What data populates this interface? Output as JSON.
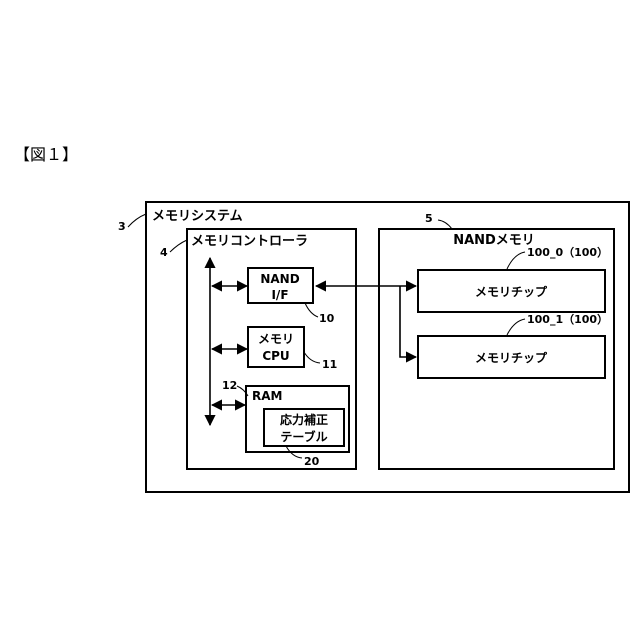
{
  "figure_label": "【図１】",
  "system": {
    "ref": "3",
    "title": "メモリシステム"
  },
  "controller": {
    "ref": "4",
    "title": "メモリコントローラ"
  },
  "nand_if": {
    "line1": "NAND",
    "line2": "I/F",
    "ref": "10"
  },
  "cpu": {
    "line1": "メモリ",
    "line2": "CPU",
    "ref": "11"
  },
  "ram": {
    "title": "RAM",
    "ref": "12"
  },
  "table": {
    "line1": "応力補正",
    "line2": "テーブル",
    "ref": "20"
  },
  "nand_memory": {
    "ref": "5",
    "title": "NANDメモリ"
  },
  "chips": [
    {
      "ref": "100_0（100）",
      "label": "メモリチップ"
    },
    {
      "ref": "100_1（100）",
      "label": "メモリチップ"
    }
  ]
}
